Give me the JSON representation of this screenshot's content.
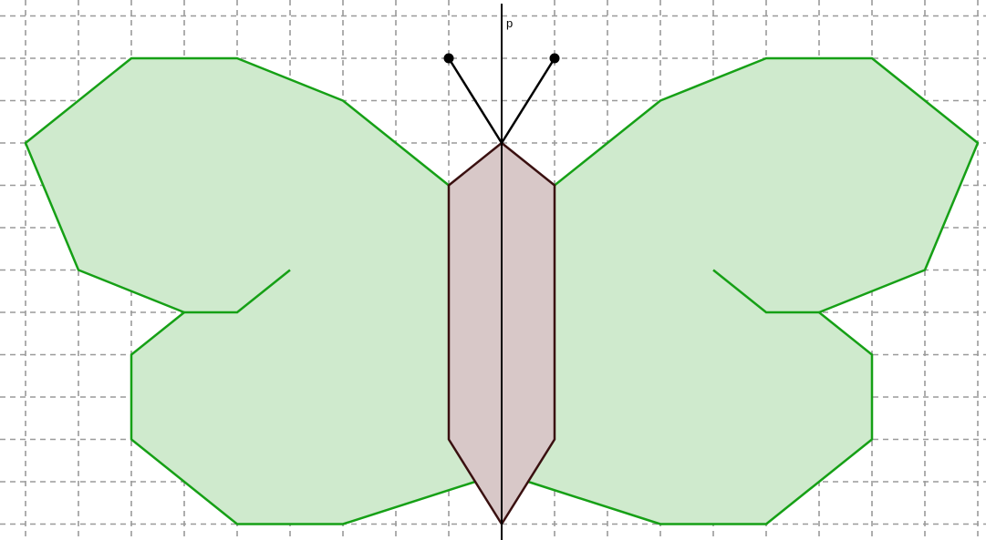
{
  "diagram": {
    "axis_label": "p",
    "colors": {
      "background": "#ffffff",
      "grid": "#9a9a9a",
      "wing_fill": "#cfeacd",
      "wing_stroke": "#16a016",
      "body_fill": "#d8c8c8",
      "body_stroke": "#3a1010",
      "axis": "#000000",
      "antenna": "#000000"
    },
    "shapes": [
      "left-wing",
      "right-wing",
      "body",
      "symmetry-axis-p",
      "left-antenna",
      "right-antenna"
    ]
  }
}
